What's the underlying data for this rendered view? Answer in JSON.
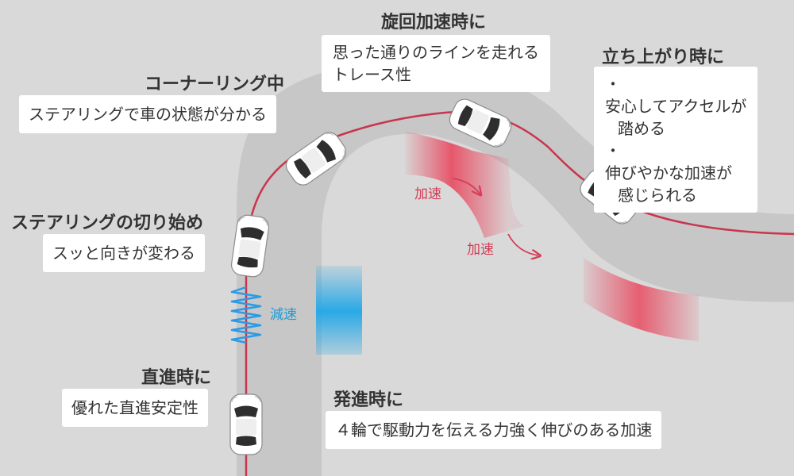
{
  "colors": {
    "background": "#d9d9d9",
    "road": "#c7c7c7",
    "driving_line": "#c8354e",
    "accel_band": "#e8495f",
    "decel_band": "#29a9e6",
    "spring": "#2a9be6",
    "heading_text": "#333333",
    "box_bg": "#ffffff"
  },
  "stages": {
    "straight": {
      "heading": "直進時に",
      "body": "優れた直進安定性"
    },
    "steer_start": {
      "heading": "ステアリングの切り始め",
      "body": "スッと向きが変わる"
    },
    "cornering": {
      "heading": "コーナーリング中",
      "body": "ステアリングで車の状態が分かる"
    },
    "turn_accel": {
      "heading": "旋回加速時に",
      "body_line1": "思った通りのラインを走れる",
      "body_line2": "トレース性"
    },
    "exit": {
      "heading": "立ち上がり時に",
      "bullet1_line1": "安心してアクセルが",
      "bullet1_line2": "踏める",
      "bullet2_line1": "伸びやかな加速が",
      "bullet2_line2": "感じられる",
      "bullet_mark": "・"
    },
    "launch": {
      "heading": "発進時に",
      "body": "４輪で駆動力を伝える力強く伸びのある加速"
    }
  },
  "labels": {
    "accel_1": "加速",
    "accel_2": "加速",
    "decel": "減速"
  },
  "icons": [
    "car-icon",
    "spring-icon",
    "arrow-icon"
  ]
}
